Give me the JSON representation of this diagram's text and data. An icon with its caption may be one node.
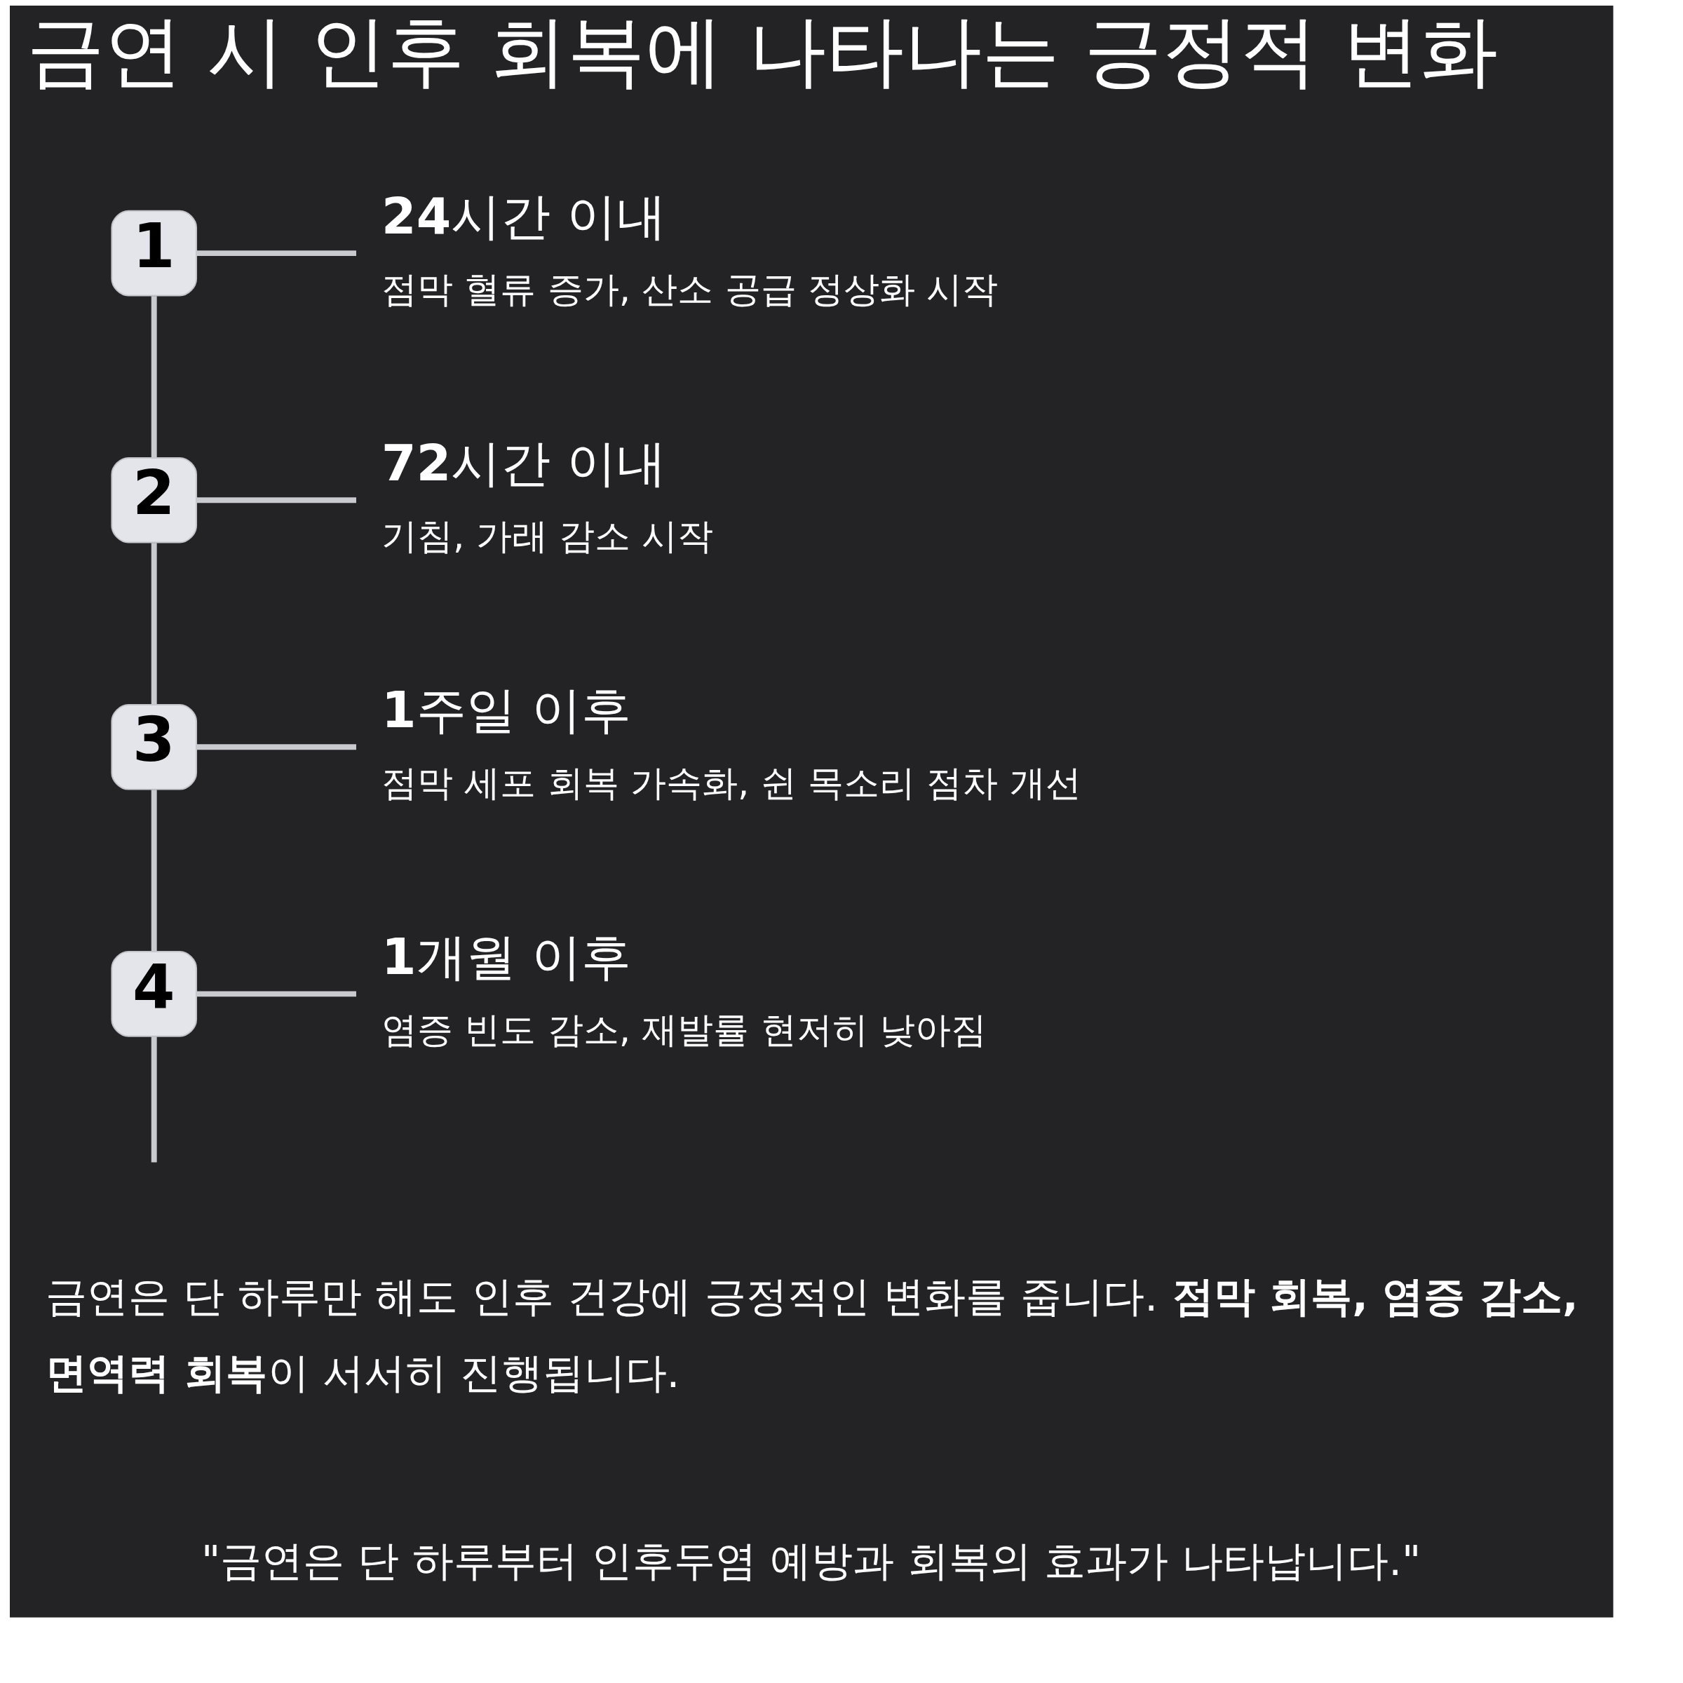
{
  "diagram": {
    "title": "금연 시 인후 회복에 나타나는 긍정적 변화",
    "nodes": [
      {
        "text": [
          "1"
        ]
      },
      {
        "text": [
          "**24**시간 이내",
          "점막 혈류 증가, 산소 공급 정상화 시작"
        ]
      },
      {
        "text": [
          "2"
        ]
      },
      {
        "text": [
          "**72**시간 이내",
          "기침, 가래 감소 시작"
        ]
      },
      {
        "text": [
          "3"
        ]
      },
      {
        "text": [
          "**1**주일 이후",
          "점막 세포 회복 가속화, 쉰 목소리 점차 개선"
        ]
      },
      {
        "text": [
          "4"
        ]
      },
      {
        "text": [
          "**1**개월 이후",
          "염증 빈도 감소, 재발률 현저히 낮아짐"
        ]
      }
    ],
    "edges": [
      {
        "from": 0,
        "to": 1,
        "arrow": "none"
      },
      {
        "from": 0,
        "to": 2,
        "arrow": "none"
      },
      {
        "from": 2,
        "to": 3,
        "arrow": "none"
      },
      {
        "from": 2,
        "to": 4,
        "arrow": "none"
      },
      {
        "from": 4,
        "to": 5,
        "arrow": "none"
      },
      {
        "from": 4,
        "to": 6,
        "arrow": "none"
      },
      {
        "from": 6,
        "to": 7,
        "arrow": "none"
      },
      {
        "from": 6,
        "to": null,
        "arrow": "none"
      }
    ],
    "labels": [
      "금연은 단 하루만 해도 인후 건강에 긍정적인 변화를 줍니다. **점막 회복, 염증 감소, 면역력 회복**이 서서히 진행됩니다.",
      "\"금연은 단 하루부터 인후두염 예방과 회복의 효과가 나타납니다.\""
    ]
  }
}
